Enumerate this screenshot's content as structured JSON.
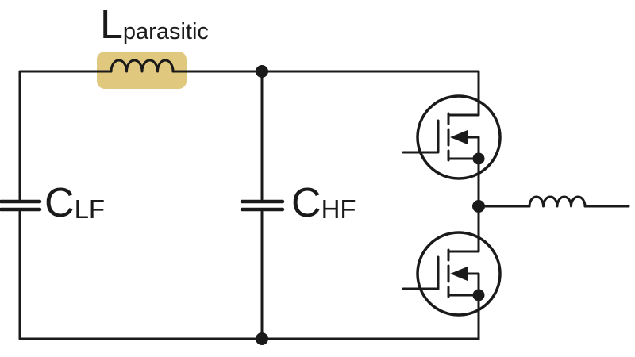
{
  "labels": {
    "parasitic_inductor": {
      "main": "L",
      "sub": "parasitic"
    },
    "capacitor_lf": {
      "main": "C",
      "sub": "LF"
    },
    "capacitor_hf": {
      "main": "C",
      "sub": "HF"
    }
  },
  "colors": {
    "background": "#ffffff",
    "line": "#1a1a1a",
    "highlight": "#e0c87e"
  },
  "components": [
    {
      "name": "parasitic-inductor",
      "symbol": "inductor-coil",
      "highlighted": true
    },
    {
      "name": "low-frequency-capacitor",
      "symbol": "capacitor-plates"
    },
    {
      "name": "high-frequency-capacitor",
      "symbol": "capacitor-plates"
    },
    {
      "name": "high-side-mosfet",
      "symbol": "n-channel-mosfet-circle"
    },
    {
      "name": "low-side-mosfet",
      "symbol": "n-channel-mosfet-circle"
    },
    {
      "name": "output-inductor",
      "symbol": "inductor-coil"
    }
  ]
}
